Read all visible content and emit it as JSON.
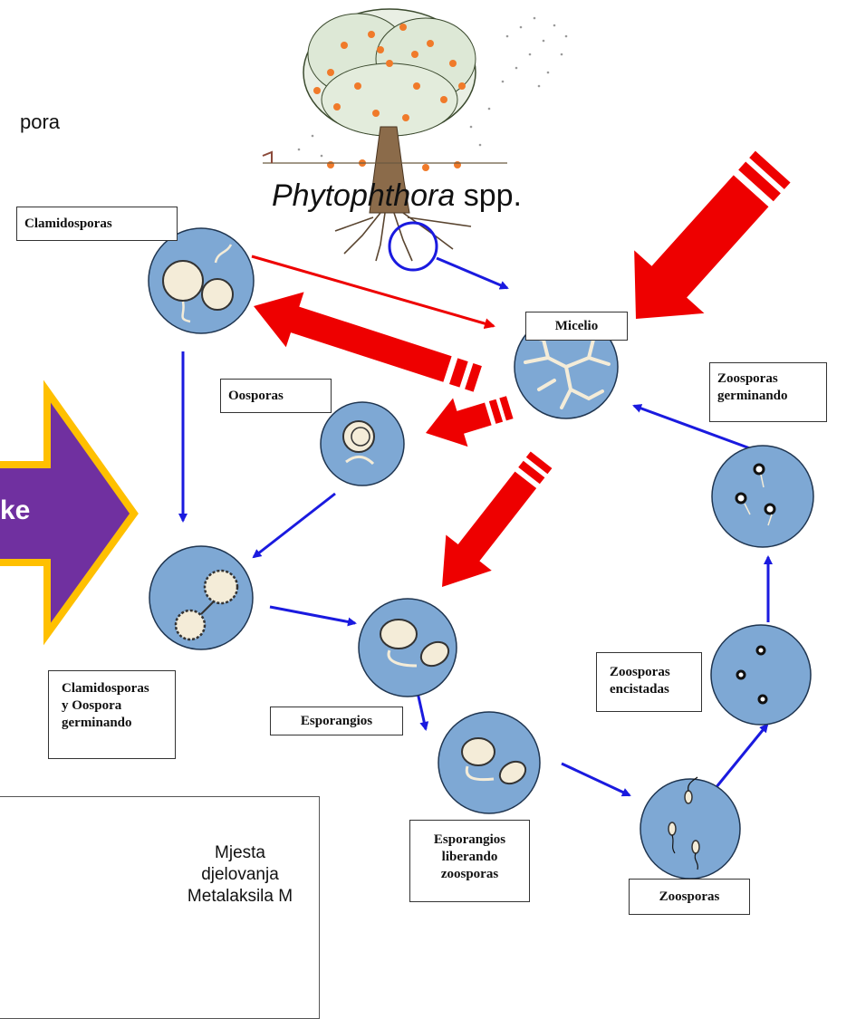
{
  "intro_text": "pora",
  "title": {
    "genus": "Phytophthora",
    "suffix": " spp."
  },
  "purple_arrow_text": "ke",
  "labels": {
    "clamidosporas": "Clamidosporas",
    "micelio": "Micelio",
    "oosporas": "Oosporas",
    "zoosporas_germinando": [
      "Zoosporas",
      "germinando"
    ],
    "clamidosporas_oospora_germinando": [
      "Clamidosporas",
      "y Oospora",
      "germinando"
    ],
    "esporangios": "Esporangios",
    "zoosporas_encistadas": [
      "Zoosporas",
      "encistadas"
    ],
    "esporangios_liberando": [
      "Esporangios",
      "liberando",
      "zoosporas"
    ],
    "zoosporas": "Zoosporas"
  },
  "legend": {
    "lines": [
      "Mjesta",
      "djelovanja",
      "Metalaksila M"
    ]
  },
  "colors": {
    "cell_fill": "#7ea8d4",
    "blue_arrow": "#1a1adf",
    "red_arrow": "#ee0000",
    "purple_arrow": "#7030a0",
    "purple_border": "#ffc000"
  }
}
